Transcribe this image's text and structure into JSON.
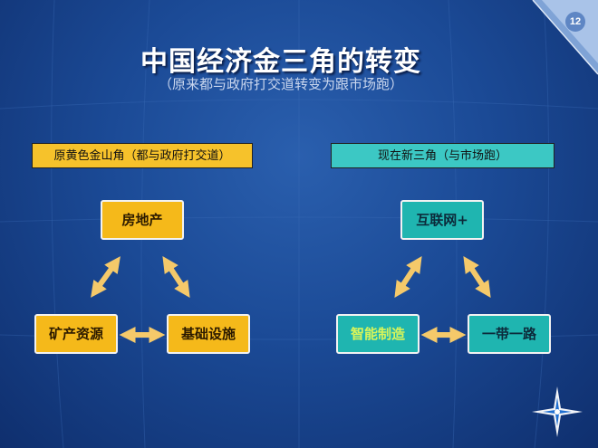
{
  "page_number": "12",
  "title": "中国经济金三角的转变",
  "subtitle": "（原来都与政府打交道转变为跟市场跑）",
  "left": {
    "caption": "原黄色金山角（都与政府打交道）",
    "nodes": {
      "top": "房地产",
      "bottom_left": "矿产资源",
      "bottom_right": "基础设施"
    }
  },
  "right": {
    "caption": "现在新三角（与市场跑）",
    "nodes": {
      "top": "互联网+",
      "bottom_left": "智能制造",
      "bottom_right": "一带一路"
    }
  },
  "colors": {
    "background": "#1b4a96",
    "gold_node": "#f5b91a",
    "gold_caption": "#f6c22b",
    "teal_node": "#1fb5b0",
    "teal_caption": "#3cc8c4",
    "arrow": "#f5c96a"
  }
}
